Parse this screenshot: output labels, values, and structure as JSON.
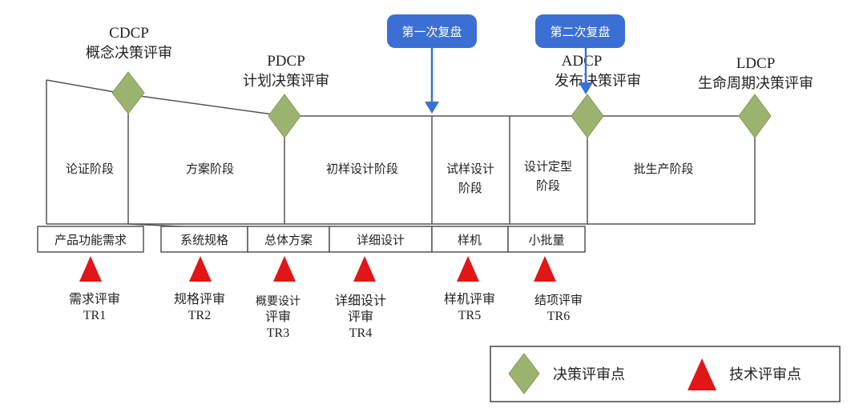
{
  "decision_points": [
    {
      "code": "CDCP",
      "name": "概念决策评审"
    },
    {
      "code": "PDCP",
      "name": "计划决策评审"
    },
    {
      "code": "ADCP",
      "name": "发布决策评审"
    },
    {
      "code": "LDCP",
      "name": "生命周期决策评审"
    }
  ],
  "phases": [
    {
      "label": "论证阶段"
    },
    {
      "label": "方案阶段"
    },
    {
      "label": "初样设计阶段"
    },
    {
      "line1": "试样设计",
      "line2": "阶段"
    },
    {
      "line1": "设计定型",
      "line2": "阶段"
    },
    {
      "label": "批生产阶段"
    }
  ],
  "deliverables": [
    "产品功能需求",
    "系统规格",
    "总体方案",
    "详细设计",
    "样机",
    "小批量"
  ],
  "reviews": [
    {
      "line1": "需求评审",
      "code": "TR1"
    },
    {
      "line1": "规格评审",
      "code": "TR2"
    },
    {
      "line1": "概要设计",
      "line2": "评审",
      "code": "TR3"
    },
    {
      "line1": "详细设计",
      "line2": "评审",
      "code": "TR4"
    },
    {
      "line1": "样机评审",
      "code": "TR5"
    },
    {
      "line1": "结项评审",
      "code": "TR6"
    }
  ],
  "retrospectives": [
    "第一次复盘",
    "第二次复盘"
  ],
  "legend": {
    "decision": "决策评审点",
    "technical": "技术评审点"
  },
  "colors": {
    "diamond": "#9bb36e",
    "triangle": "#e11616",
    "callout": "#3b6fd4",
    "line": "#555555"
  }
}
